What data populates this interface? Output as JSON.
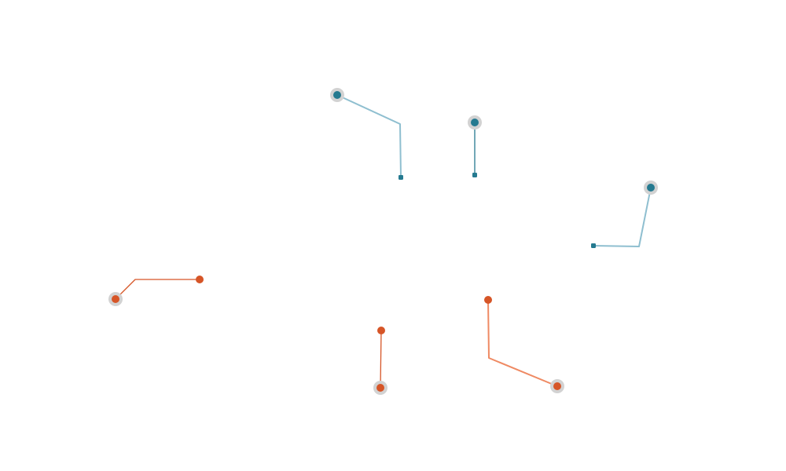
{
  "colors": {
    "blue": "#257a90",
    "blue_light": "#8fbfd0",
    "orange": "#d65527",
    "orange_light": "#ef8a63",
    "halo": "#d2d2d2"
  },
  "callouts": [
    {
      "id": "callout-1",
      "group": "blue",
      "style": "light"
    },
    {
      "id": "callout-2",
      "group": "blue",
      "style": "dark"
    },
    {
      "id": "callout-3",
      "group": "blue",
      "style": "light"
    },
    {
      "id": "callout-4",
      "group": "orange",
      "style": "dark"
    },
    {
      "id": "callout-5",
      "group": "orange",
      "style": "dark"
    },
    {
      "id": "callout-6",
      "group": "orange",
      "style": "light"
    }
  ]
}
